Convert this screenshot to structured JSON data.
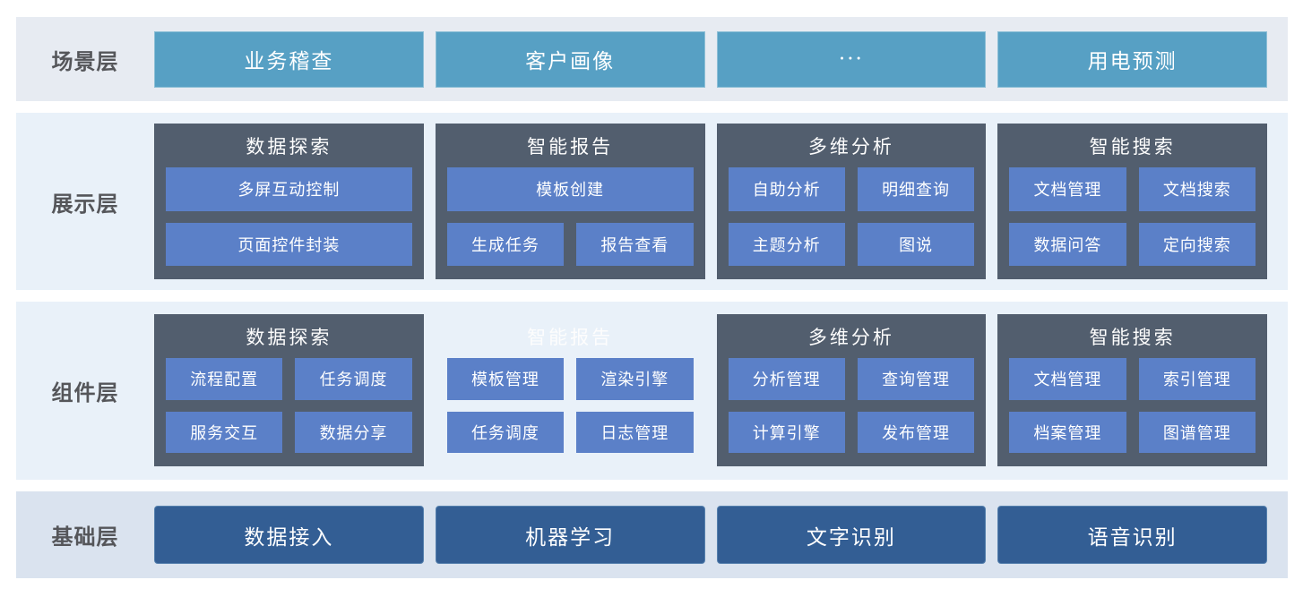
{
  "colors": {
    "scenario_band_bg": "#e7ebf2",
    "scenario_box": "#57a0c4",
    "group_band_bg": "#e9f1f9",
    "group_container": "#525e6e",
    "item_box": "#5b80c8",
    "foundation_band_bg": "#dae3ef",
    "foundation_box": "#335e94",
    "label_text": "#55565a",
    "box_text": "#ffffff"
  },
  "layers": [
    {
      "label": "场景层",
      "boxes": [
        "业务稽查",
        "客户画像",
        "···",
        "用电预测"
      ]
    },
    {
      "label": "展示层",
      "groups": [
        {
          "title": "数据探索",
          "items": [
            "多屏互动控制",
            "页面控件封装"
          ]
        },
        {
          "title": "智能报告",
          "items": [
            "模板创建",
            "生成任务",
            "报告查看"
          ]
        },
        {
          "title": "多维分析",
          "items": [
            "自助分析",
            "明细查询",
            "主题分析",
            "图说"
          ]
        },
        {
          "title": "智能搜索",
          "items": [
            "文档管理",
            "文档搜索",
            "数据问答",
            "定向搜索"
          ]
        }
      ]
    },
    {
      "label": "组件层",
      "groups": [
        {
          "title": "数据探索",
          "items": [
            "流程配置",
            "任务调度",
            "服务交互",
            "数据分享"
          ]
        },
        {
          "title": "智能报告",
          "items": [
            "模板管理",
            "渲染引擎",
            "任务调度",
            "日志管理"
          ]
        },
        {
          "title": "多维分析",
          "items": [
            "分析管理",
            "查询管理",
            "计算引擎",
            "发布管理"
          ]
        },
        {
          "title": "智能搜索",
          "items": [
            "文档管理",
            "索引管理",
            "档案管理",
            "图谱管理"
          ]
        }
      ]
    },
    {
      "label": "基础层",
      "boxes": [
        "数据接入",
        "机器学习",
        "文字识别",
        "语音识别"
      ]
    }
  ]
}
